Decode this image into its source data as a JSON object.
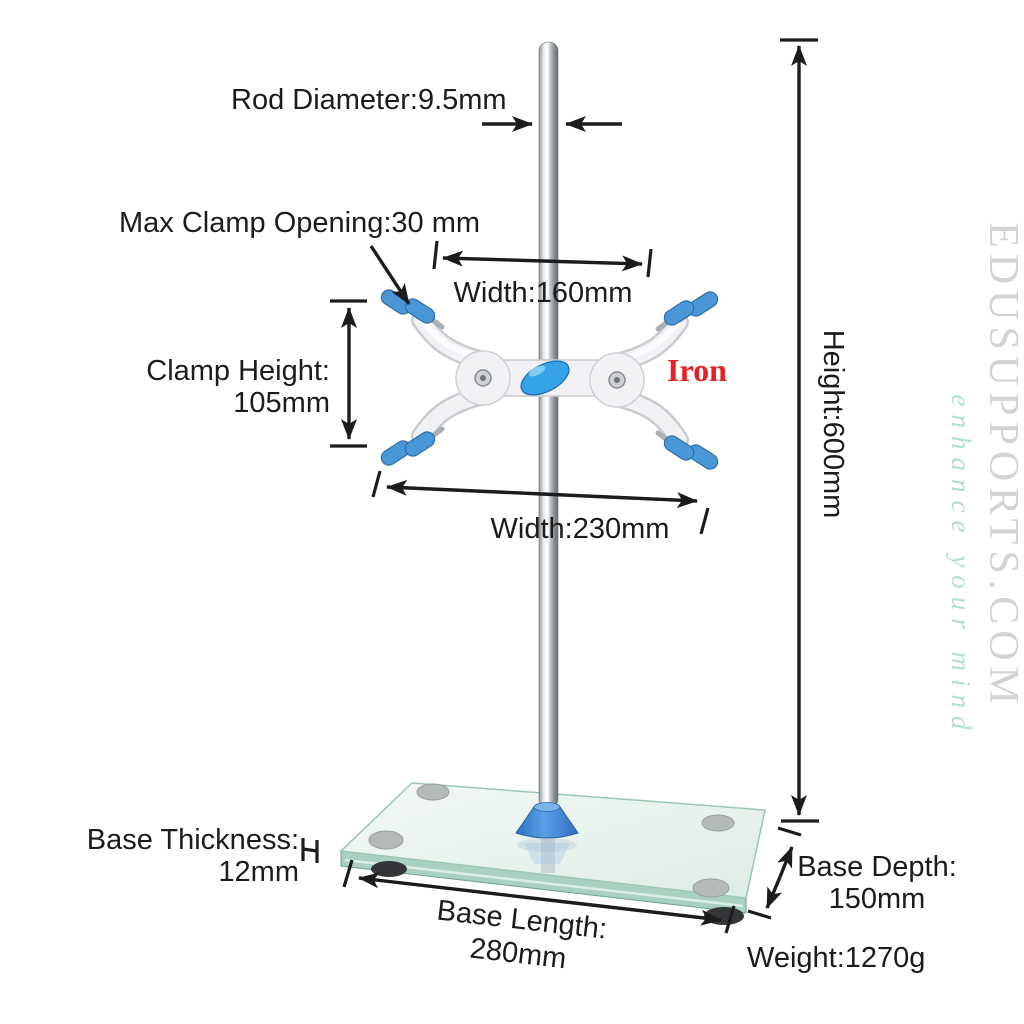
{
  "image": {
    "material_badge": "Iron"
  },
  "dimensions": {
    "rod_diameter": "Rod Diameter:9.5mm",
    "max_clamp_opening": "Max Clamp Opening:30 mm",
    "clamp_width_top": "Width:160mm",
    "clamp_height_label": "Clamp Height:",
    "clamp_height_value": "105mm",
    "clamp_width_bottom": "Width:230mm",
    "stand_height": "Height:600mm",
    "base_thickness_label": "Base Thickness:",
    "base_thickness_value": "12mm",
    "base_length_label": "Base Length:",
    "base_length_value": "280mm",
    "base_depth_label": "Base Depth:",
    "base_depth_value": "150mm",
    "weight": "Weight:1270g"
  },
  "watermark": {
    "site": "EDUSUPPORTS.COM",
    "tagline": "enhance your mind"
  },
  "colors": {
    "line-color": "#1c1c1c",
    "iron-red": "#e32225",
    "clamp-blue": "#4a97d8",
    "knob-blue": "#35a3e8",
    "cone-blue": "#3f87d6",
    "glass-teal": "#9ecdbc",
    "watermark-gray": "#d3d3d3",
    "watermark-teal": "#b2ded6"
  }
}
